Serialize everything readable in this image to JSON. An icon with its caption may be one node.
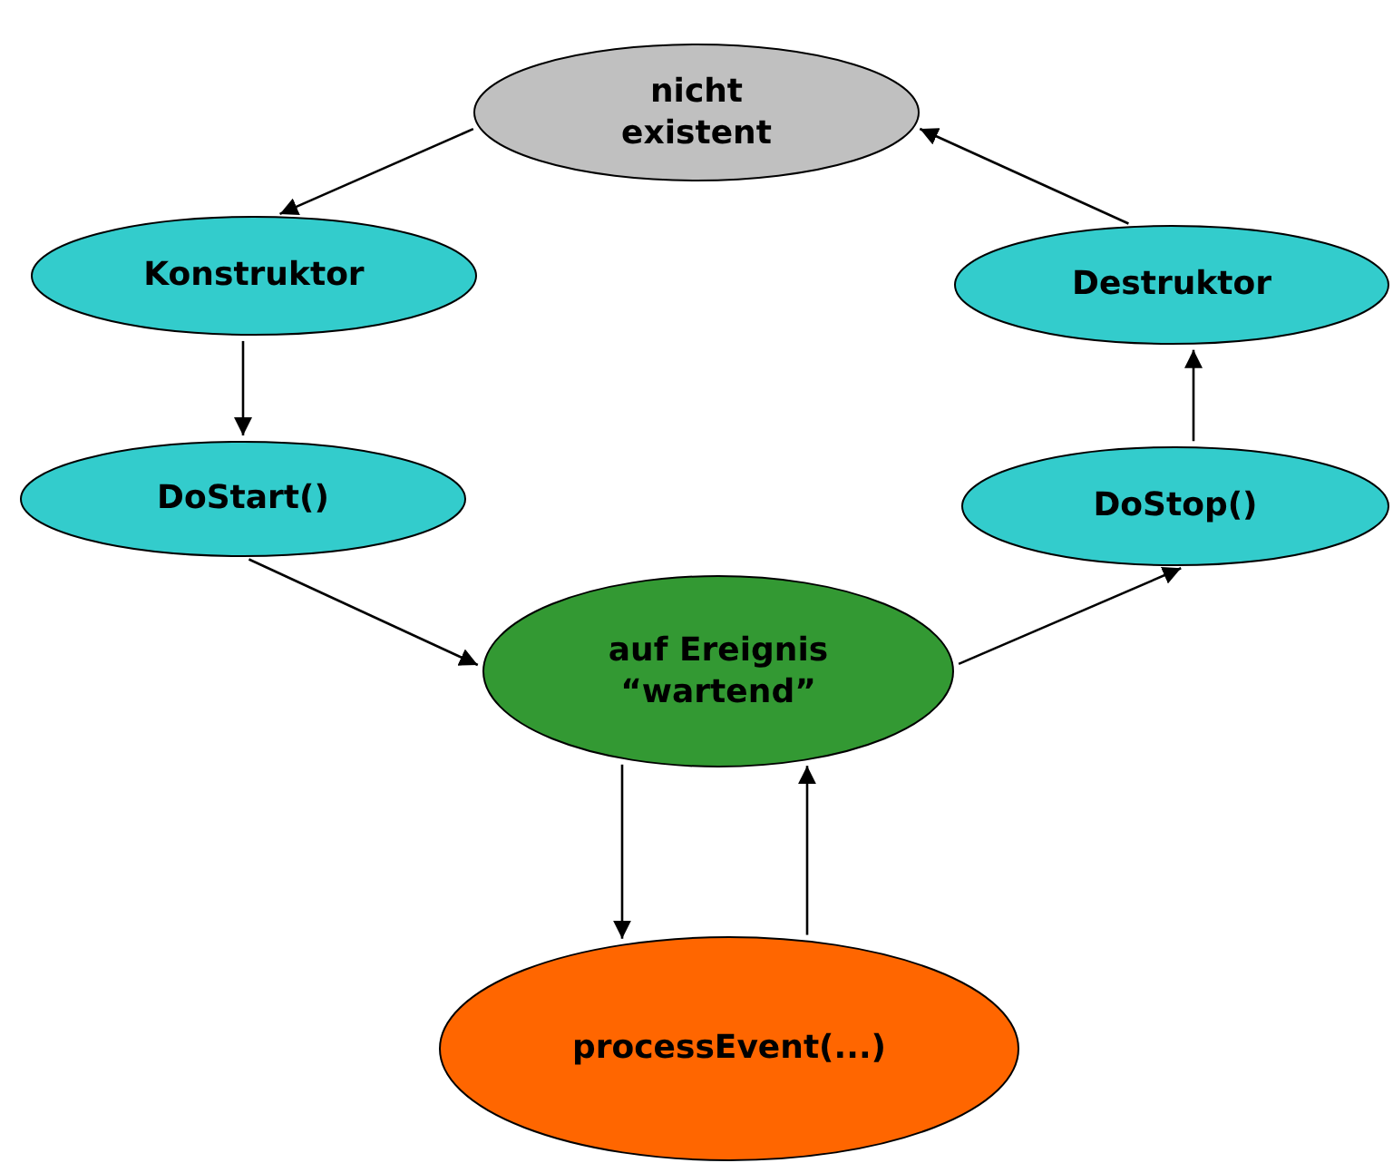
{
  "diagram": {
    "nodes": [
      {
        "text": [
          "nicht existent"
        ]
      },
      {
        "text": [
          "Konstruktor"
        ]
      },
      {
        "text": [
          "DoStart()"
        ]
      },
      {
        "text": [
          "auf Ereignis “wartend”"
        ]
      },
      {
        "text": [
          "processEvent(...)"
        ]
      },
      {
        "text": [
          "DoStop()"
        ]
      },
      {
        "text": [
          "Destruktor"
        ]
      }
    ],
    "edges": [
      {
        "from": 0,
        "to": 1,
        "arrow": "to"
      },
      {
        "from": 1,
        "to": 2,
        "arrow": "to"
      },
      {
        "from": 2,
        "to": 3,
        "arrow": "to"
      },
      {
        "from": 3,
        "to": 4,
        "arrow": "to"
      },
      {
        "from": 4,
        "to": 3,
        "arrow": "to"
      },
      {
        "from": 3,
        "to": 5,
        "arrow": "to"
      },
      {
        "from": 5,
        "to": 6,
        "arrow": "to"
      },
      {
        "from": 6,
        "to": 0,
        "arrow": "to"
      }
    ]
  }
}
